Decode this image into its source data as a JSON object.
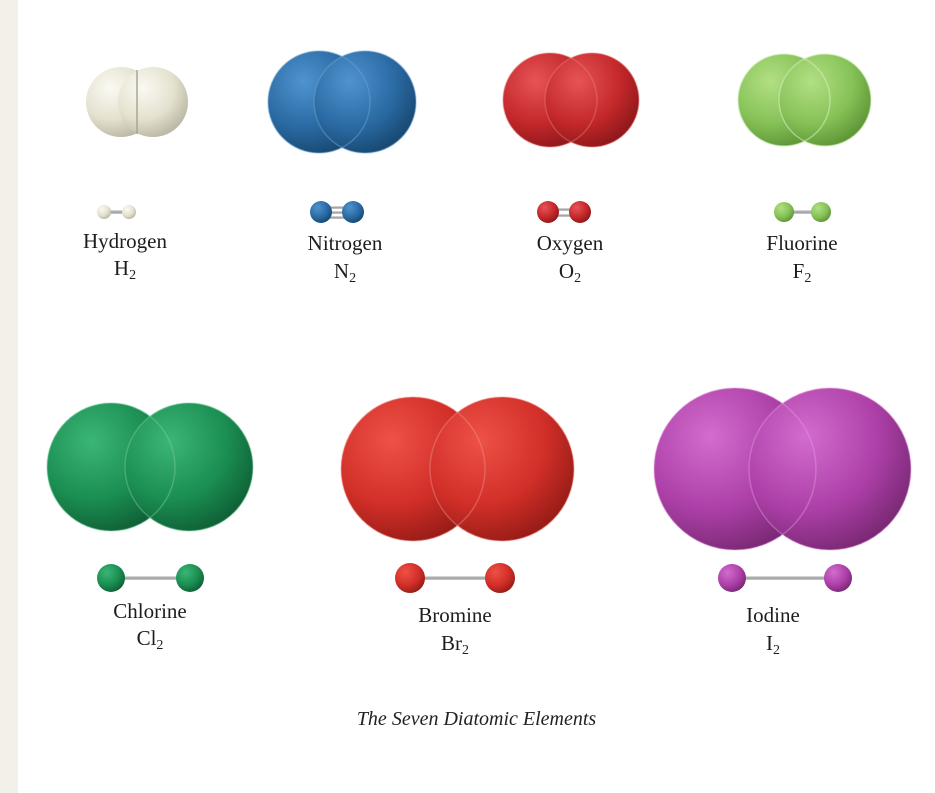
{
  "caption": "The Seven Diatomic Elements",
  "molecules": [
    {
      "name": "Hydrogen",
      "symbol": "H",
      "subscript": "2",
      "color": "#e7e4d4"
    },
    {
      "name": "Nitrogen",
      "symbol": "N",
      "subscript": "2",
      "color": "#2c6ea7"
    },
    {
      "name": "Oxygen",
      "symbol": "O",
      "subscript": "2",
      "color": "#c82b2e"
    },
    {
      "name": "Fluorine",
      "symbol": "F",
      "subscript": "2",
      "color": "#8cc65a"
    },
    {
      "name": "Chlorine",
      "symbol": "Cl",
      "subscript": "2",
      "color": "#1e9257"
    },
    {
      "name": "Bromine",
      "symbol": "Br",
      "subscript": "2",
      "color": "#d4322b"
    },
    {
      "name": "Iodine",
      "symbol": "I",
      "subscript": "2",
      "color": "#b243ad"
    }
  ]
}
